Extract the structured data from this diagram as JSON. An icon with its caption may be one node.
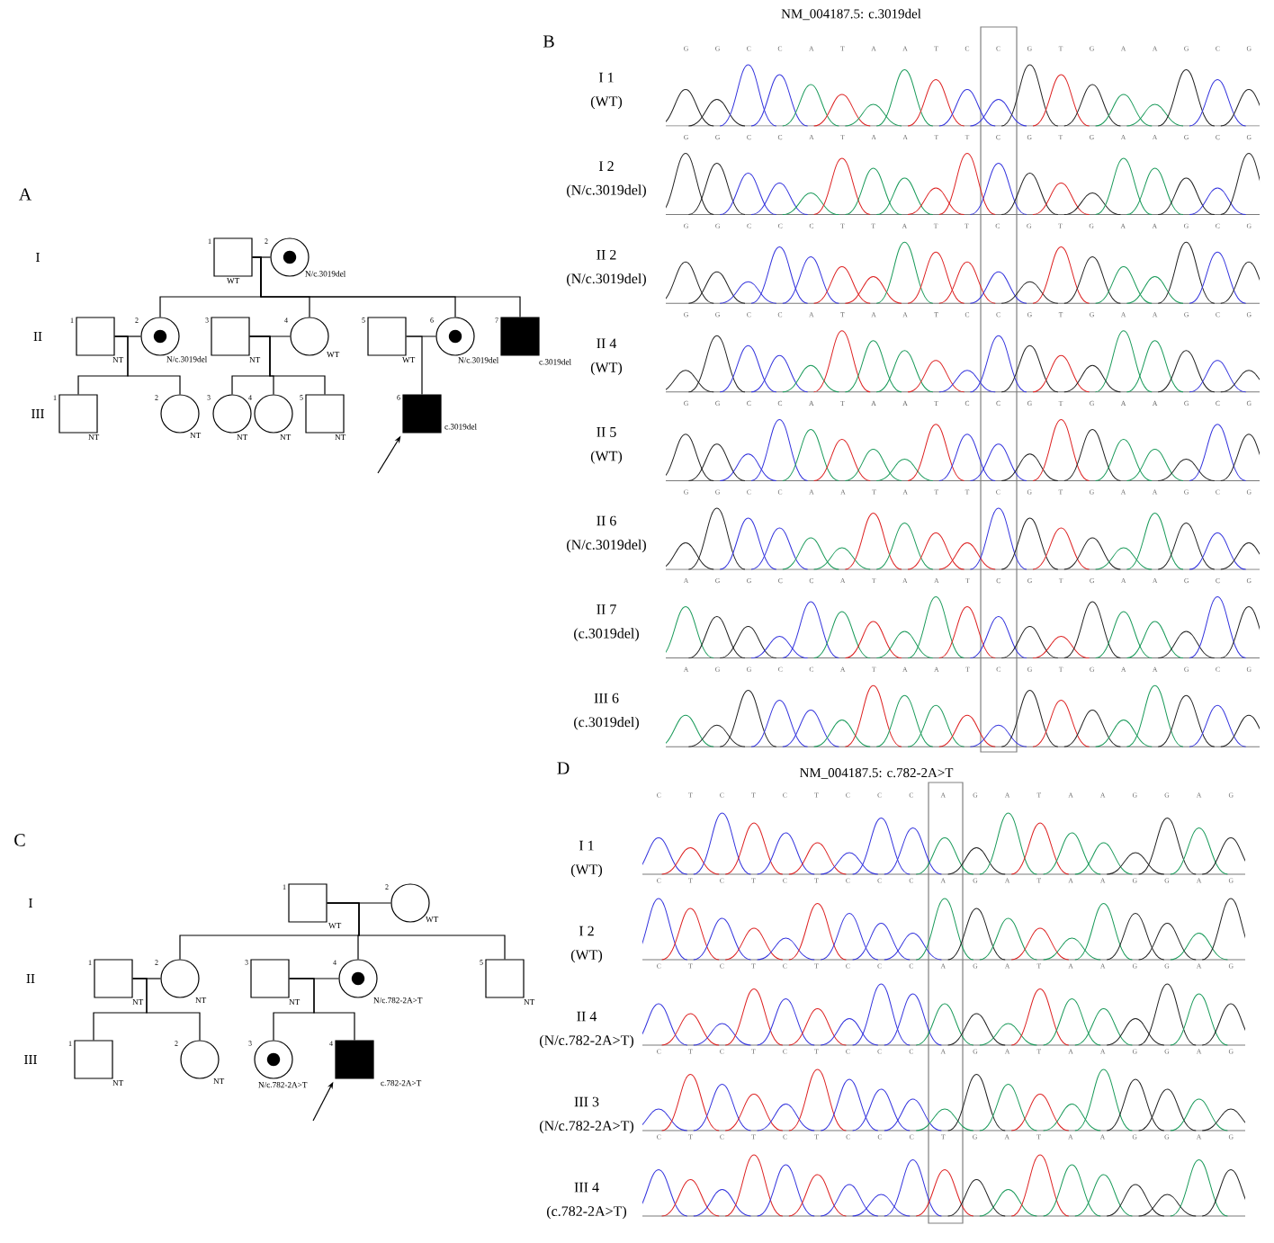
{
  "diagram": {
    "nodes": [
      {
        "text": [],
        "shape": "square",
        "beside": [
          "1",
          "WT"
        ]
      },
      {
        "text": [],
        "shape": "dotted-circle",
        "beside": [
          "2",
          "N/c.3019del"
        ]
      },
      {
        "text": [],
        "shape": "square",
        "beside": [
          "1",
          "NT"
        ]
      },
      {
        "text": [],
        "shape": "dotted-circle",
        "beside": [
          "2",
          "N/c.3019del"
        ]
      },
      {
        "text": [],
        "shape": "square",
        "beside": [
          "3",
          "NT"
        ]
      },
      {
        "text": [],
        "shape": "circle",
        "beside": [
          "4",
          "WT"
        ]
      },
      {
        "text": [],
        "shape": "square",
        "beside": [
          "5",
          "WT"
        ]
      },
      {
        "text": [],
        "shape": "dotted-circle",
        "beside": [
          "6",
          "N/c.3019del"
        ]
      },
      {
        "text": [],
        "shape": "filled-square",
        "beside": [
          "7",
          "c.3019del"
        ]
      },
      {
        "text": [],
        "shape": "square",
        "beside": [
          "1",
          "NT"
        ]
      },
      {
        "text": [],
        "shape": "circle",
        "beside": [
          "2",
          "NT"
        ]
      },
      {
        "text": [],
        "shape": "circle",
        "beside": [
          "3",
          "NT"
        ]
      },
      {
        "text": [],
        "shape": "circle",
        "beside": [
          "4",
          "NT"
        ]
      },
      {
        "text": [],
        "shape": "square",
        "beside": [
          "5",
          "NT"
        ]
      },
      {
        "text": [],
        "shape": "filled-square",
        "beside": [
          "6",
          "c.3019del"
        ]
      },
      {
        "text": [],
        "shape": "square",
        "beside": [
          "1",
          "WT"
        ]
      },
      {
        "text": [],
        "shape": "circle",
        "beside": [
          "2",
          "WT"
        ]
      },
      {
        "text": [],
        "shape": "square",
        "beside": [
          "1",
          "NT"
        ]
      },
      {
        "text": [],
        "shape": "circle",
        "beside": [
          "2",
          "NT"
        ]
      },
      {
        "text": [],
        "shape": "square",
        "beside": [
          "3",
          "NT"
        ]
      },
      {
        "text": [],
        "shape": "dotted-circle",
        "beside": [
          "4",
          "N/c.782-2A>T"
        ]
      },
      {
        "text": [],
        "shape": "square",
        "beside": [
          "5",
          "NT"
        ]
      },
      {
        "text": [],
        "shape": "square",
        "beside": [
          "1",
          "NT"
        ]
      },
      {
        "text": [],
        "shape": "circle",
        "beside": [
          "2",
          "NT"
        ]
      },
      {
        "text": [],
        "shape": "dotted-circle",
        "beside": [
          "3",
          "N/c.782-2A>T"
        ]
      },
      {
        "text": [],
        "shape": "filled-square",
        "beside": [
          "4",
          "c.782-2A>T"
        ]
      }
    ],
    "edges": [
      {
        "from": 0,
        "to": 1,
        "arrow": "none"
      },
      {
        "from": 0,
        "to": 3,
        "arrow": "none"
      },
      {
        "from": 0,
        "to": 5,
        "arrow": "none"
      },
      {
        "from": 0,
        "to": 7,
        "arrow": "none"
      },
      {
        "from": 0,
        "to": 8,
        "arrow": "none"
      },
      {
        "from": 2,
        "to": 3,
        "arrow": "none"
      },
      {
        "from": 2,
        "to": 9,
        "arrow": "none"
      },
      {
        "from": 2,
        "to": 10,
        "arrow": "none"
      },
      {
        "from": 4,
        "to": 5,
        "arrow": "none"
      },
      {
        "from": 4,
        "to": 11,
        "arrow": "none"
      },
      {
        "from": 4,
        "to": 12,
        "arrow": "none"
      },
      {
        "from": 4,
        "to": 13,
        "arrow": "none"
      },
      {
        "from": 6,
        "to": 7,
        "arrow": "none"
      },
      {
        "from": 6,
        "to": 14,
        "arrow": "none"
      },
      {
        "from": null,
        "to": 14,
        "arrow": "to"
      },
      {
        "from": 15,
        "to": 16,
        "arrow": "none"
      },
      {
        "from": 15,
        "to": 18,
        "arrow": "none"
      },
      {
        "from": 15,
        "to": 20,
        "arrow": "none"
      },
      {
        "from": 15,
        "to": 21,
        "arrow": "none"
      },
      {
        "from": 17,
        "to": 18,
        "arrow": "none"
      },
      {
        "from": 17,
        "to": 22,
        "arrow": "none"
      },
      {
        "from": 17,
        "to": 23,
        "arrow": "none"
      },
      {
        "from": 19,
        "to": 20,
        "arrow": "none"
      },
      {
        "from": 19,
        "to": 24,
        "arrow": "none"
      },
      {
        "from": 19,
        "to": 25,
        "arrow": "none"
      },
      {
        "from": null,
        "to": 25,
        "arrow": "to"
      }
    ],
    "labels": [
      "NM_004187.5: c.3019del",
      "B",
      "G G C C A T A A T C C G T G A A G C G",
      "G G C C A T A A T T C G T G A A G C G",
      "G G C C C T T A T T C G T G A A G C G",
      "G G C C A T A A T C C G T G A A G C G",
      "G G C C A T A A T C C G T G A A G C G",
      "G G C C A A T A T T C G T G A A G C G",
      "A G G C C A T A A T C G T G A A G C G",
      "A G G C C A T A A T C G T G A A G C G",
      "I 1",
      "(WT)",
      "I 2",
      "(N/c.3019del)",
      "II 2",
      "(N/c.3019del)",
      "II 4",
      "(WT)",
      "II 5",
      "(WT)",
      "II 6",
      "(N/c.3019del)",
      "II 7",
      "(c.3019del)",
      "III 6",
      "(c.3019del)",
      "A",
      "I",
      "II",
      "III",
      "C",
      "I",
      "II",
      "III",
      "D",
      "NM_004187.5: c.782-2A>T",
      "C T C T C T C C C A G A T A A G G A G",
      "C T C T C T C C C A G A T A A G G A G",
      "C T C T C T C C C A G A T A A G G A G",
      "C T C T C T C C C A G A T A A G G A G",
      "C T C T C T C C C T G A T A A G G A G",
      "I 1",
      "(WT)",
      "I 2",
      "(WT)",
      "II 4",
      "(N/c.782-2A>T)",
      "III 3",
      "(N/c.782-2A>T)",
      "III 4",
      "(c.782-2A>T)"
    ]
  }
}
